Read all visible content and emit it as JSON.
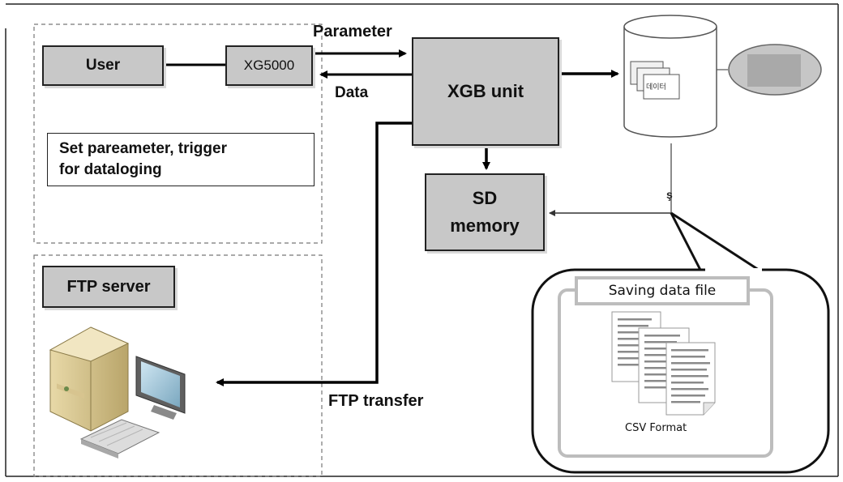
{
  "diagram": {
    "user_box": "User",
    "xg5000_box": "XG5000",
    "parameter_label": "Parameter",
    "data_label": "Data",
    "xgb_unit_box": "XGB unit",
    "note_lines": [
      "Set pareameter, trigger",
      "for dataloging"
    ],
    "sd_memory_lines": [
      "SD",
      "memory"
    ],
    "ftp_server_box": "FTP server",
    "ftp_transfer_label": "FTP transfer",
    "saving_file_title": "Saving data file",
    "csv_format_label": "CSV Format",
    "db_doc_text": "데이터"
  }
}
